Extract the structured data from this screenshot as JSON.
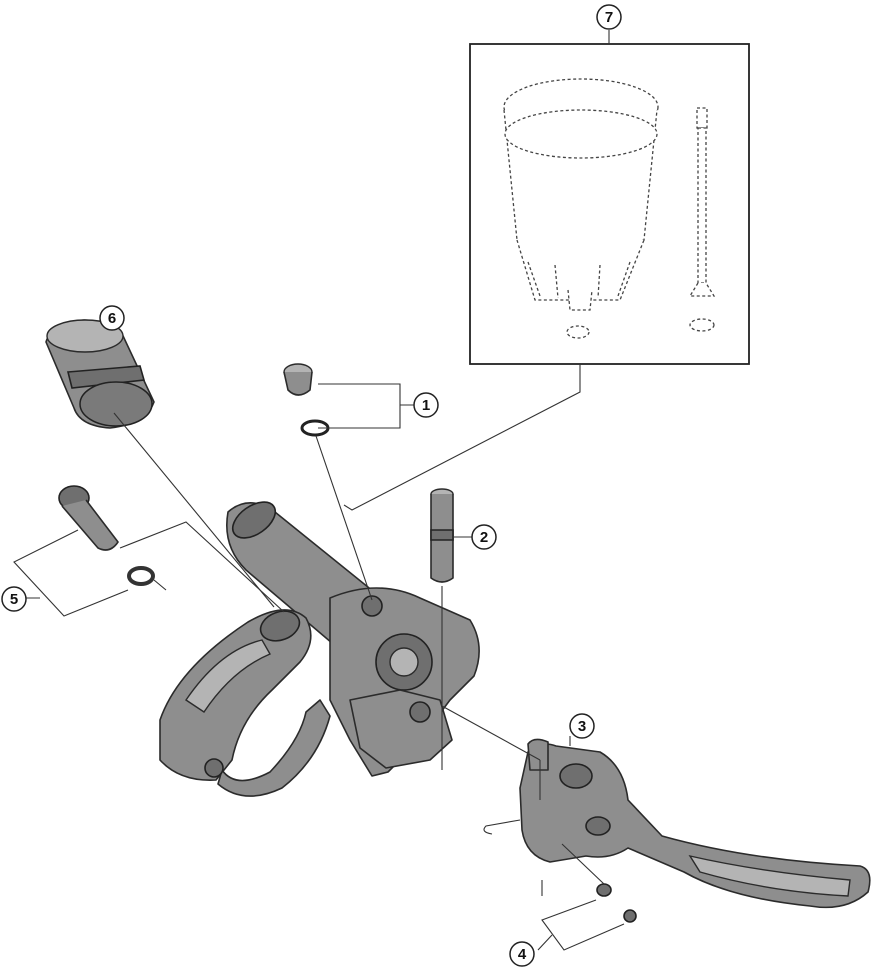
{
  "callouts": [
    {
      "id": "callout-1",
      "label": "1"
    },
    {
      "id": "callout-2",
      "label": "2"
    },
    {
      "id": "callout-3",
      "label": "3"
    },
    {
      "id": "callout-4",
      "label": "4"
    },
    {
      "id": "callout-5",
      "label": "5"
    },
    {
      "id": "callout-6",
      "label": "6"
    },
    {
      "id": "callout-7",
      "label": "7"
    }
  ],
  "colors": {
    "part_fill": "#8e8e8e",
    "part_stroke": "#2b2b2b",
    "background": "#ffffff"
  }
}
